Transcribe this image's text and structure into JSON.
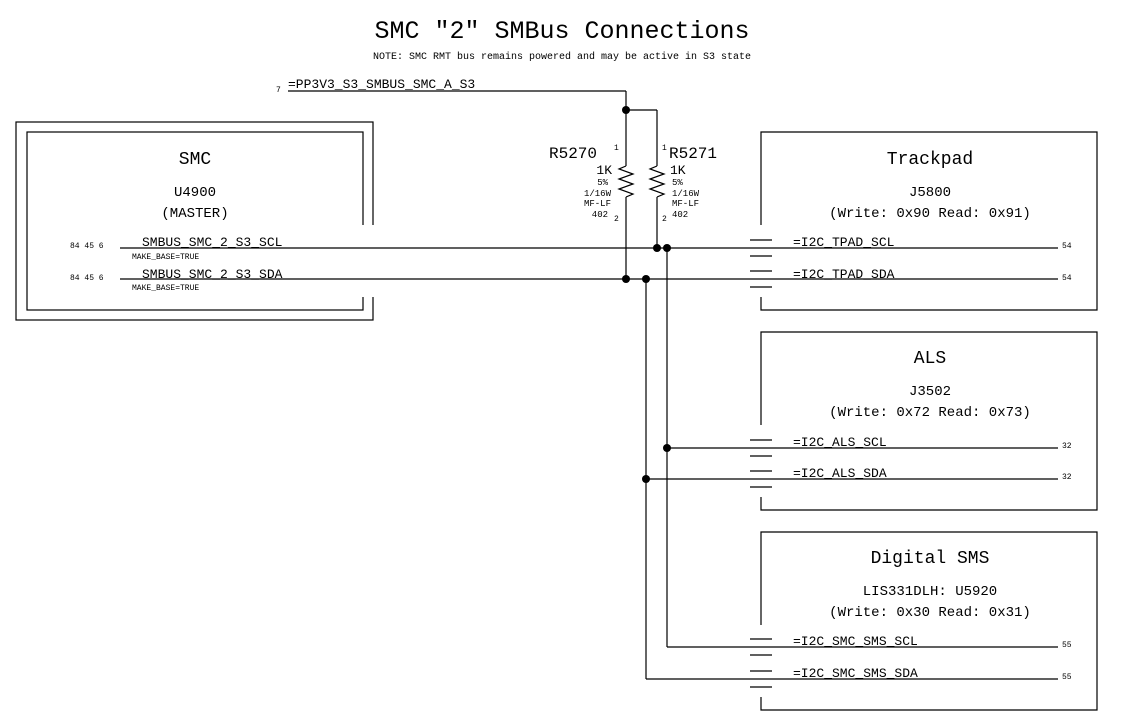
{
  "title": "SMC \"2\" SMBus Connections",
  "note": "NOTE: SMC RMT bus remains powered and may be active in S3 state",
  "power_rail": {
    "pin": "7",
    "label": "=PP3V3_S3_SMBUS_SMC_A_S3"
  },
  "smc": {
    "title": "SMC",
    "refdes": "U4900",
    "role": "(MASTER)",
    "nets": [
      {
        "label": "SMBUS_SMC_2_S3_SCL",
        "pages": "84 45 6",
        "prop": "MAKE_BASE=TRUE"
      },
      {
        "label": "SMBUS_SMC_2_S3_SDA",
        "pages": "84 45 6",
        "prop": "MAKE_BASE=TRUE"
      }
    ]
  },
  "resistors": [
    {
      "ref": "R5270",
      "value": "1K",
      "tol": "5%",
      "power": "1/16W",
      "type": "MF-LF",
      "size": "402",
      "pin1": "1",
      "pin2": "2"
    },
    {
      "ref": "R5271",
      "value": "1K",
      "tol": "5%",
      "power": "1/16W",
      "type": "MF-LF",
      "size": "402",
      "pin1": "1",
      "pin2": "2"
    }
  ],
  "devices": [
    {
      "title": "Trackpad",
      "line1": "J5800",
      "line2": "(Write: 0x90 Read: 0x91)",
      "nets": [
        {
          "label": "=I2C_TPAD_SCL",
          "page": "54"
        },
        {
          "label": "=I2C_TPAD_SDA",
          "page": "54"
        }
      ]
    },
    {
      "title": "ALS",
      "line1": "J3502",
      "line2": "(Write: 0x72 Read: 0x73)",
      "nets": [
        {
          "label": "=I2C_ALS_SCL",
          "page": "32"
        },
        {
          "label": "=I2C_ALS_SDA",
          "page": "32"
        }
      ]
    },
    {
      "title": "Digital SMS",
      "line1": "LIS331DLH: U5920",
      "line2": "(Write: 0x30 Read: 0x31)",
      "nets": [
        {
          "label": "=I2C_SMC_SMS_SCL",
          "page": "55"
        },
        {
          "label": "=I2C_SMC_SMS_SDA",
          "page": "55"
        }
      ]
    }
  ]
}
